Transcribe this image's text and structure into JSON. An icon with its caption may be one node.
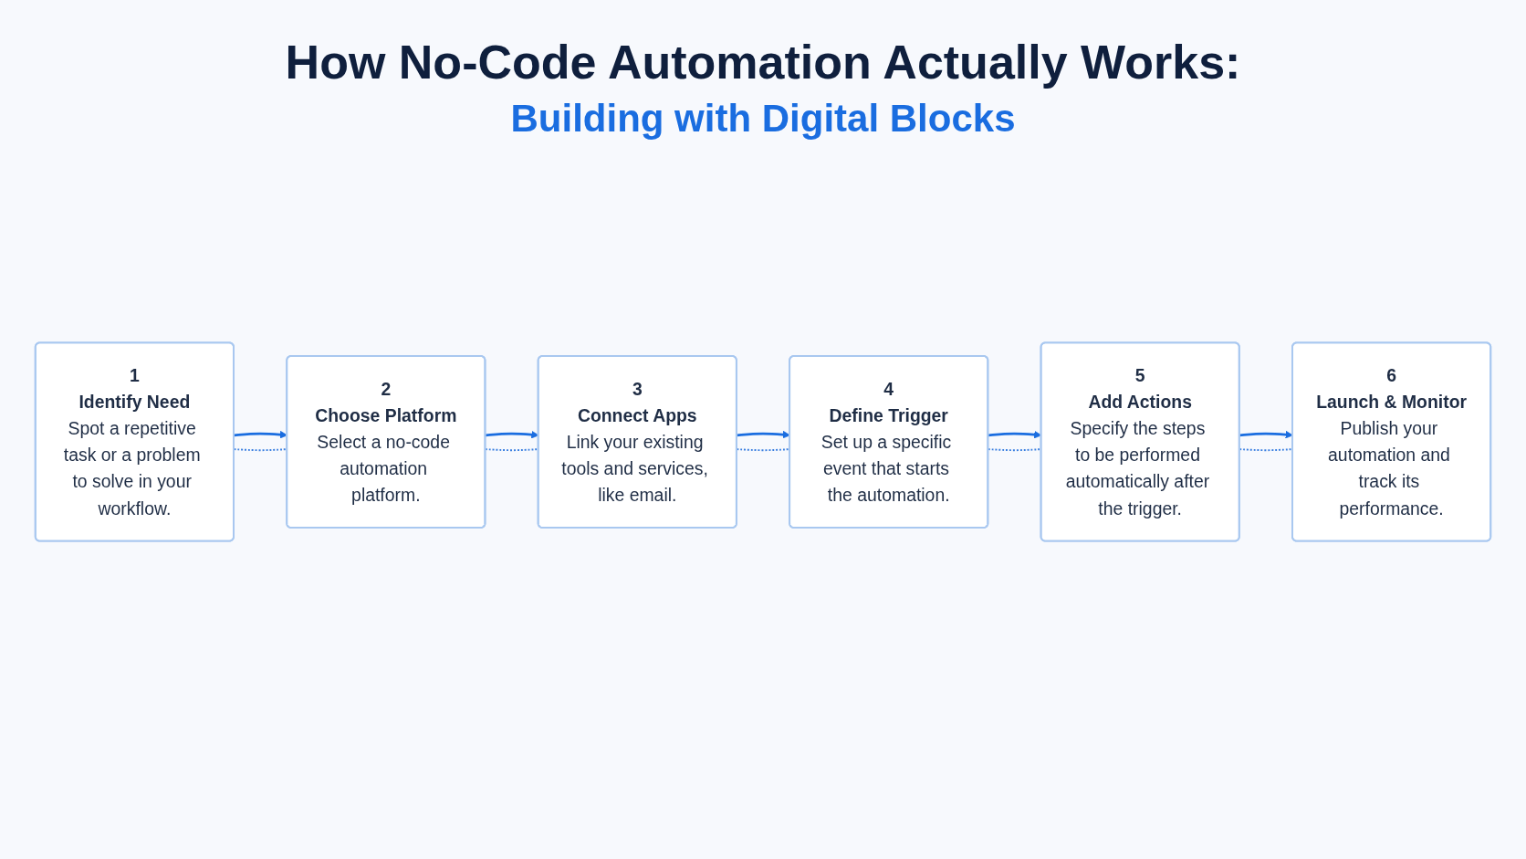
{
  "diagram": {
    "title": "How No-Code Automation Actually Works:",
    "nodes": [
      {
        "text": [
          "1",
          "Identify Need",
          "Spot a repetitive task or a problem to solve in your workflow."
        ]
      },
      {
        "text": [
          "2",
          "Choose Platform",
          "Select a no-code automation platform."
        ]
      },
      {
        "text": [
          "3",
          "Connect Apps",
          "Link your existing tools and services, like email."
        ]
      },
      {
        "text": [
          "4",
          "Define Trigger",
          "Set up a specific event that starts the automation."
        ]
      },
      {
        "text": [
          "5",
          "Add Actions",
          "Specify the steps to be performed automatically after the trigger."
        ]
      },
      {
        "text": [
          "6",
          "Launch & Monitor",
          "Publish your automation and track its performance."
        ]
      }
    ],
    "edges": [
      {
        "from": 0,
        "to": 1,
        "arrow": "to"
      },
      {
        "from": 1,
        "to": 2,
        "arrow": "to"
      },
      {
        "from": 2,
        "to": 3,
        "arrow": "to"
      },
      {
        "from": 3,
        "to": 4,
        "arrow": "to"
      },
      {
        "from": 4,
        "to": 5,
        "arrow": "to"
      },
      {
        "from": 0,
        "to": 1,
        "arrow": "none",
        "style": "dashed"
      },
      {
        "from": 1,
        "to": 2,
        "arrow": "none",
        "style": "dashed"
      },
      {
        "from": 2,
        "to": 3,
        "arrow": "none",
        "style": "dashed"
      },
      {
        "from": 3,
        "to": 4,
        "arrow": "none",
        "style": "dashed"
      },
      {
        "from": 4,
        "to": 5,
        "arrow": "none",
        "style": "dashed"
      }
    ],
    "labels": [
      "Building with Digital Blocks"
    ]
  }
}
